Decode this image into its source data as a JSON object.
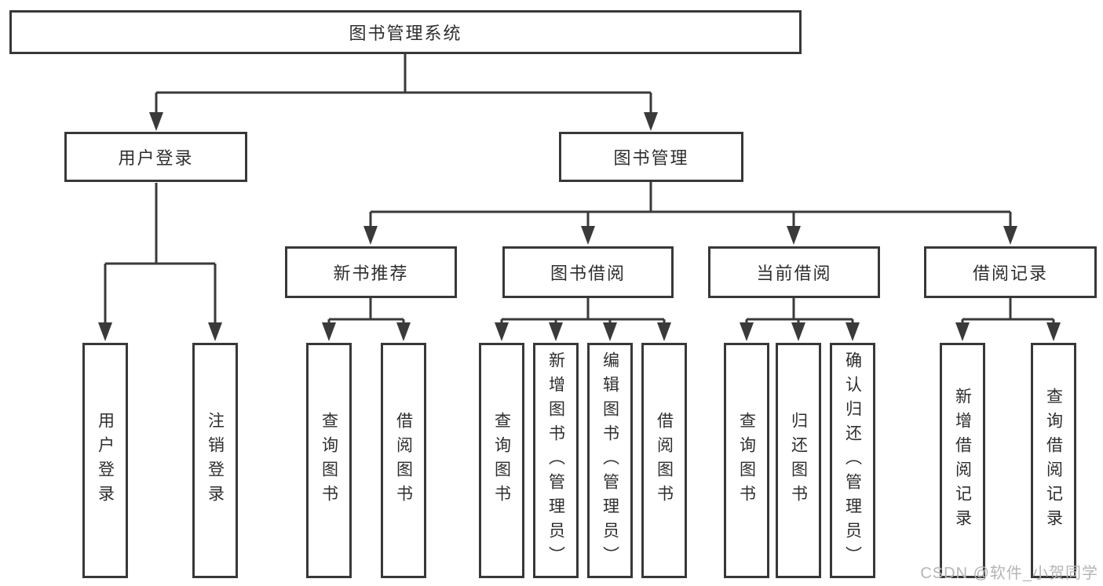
{
  "tree": {
    "root": "图书管理系统",
    "branches": [
      {
        "label": "用户登录",
        "children": [
          "用户登录",
          "注销登录"
        ]
      },
      {
        "label": "图书管理",
        "children": [
          {
            "label": "新书推荐",
            "children": [
              "查询图书",
              "借阅图书"
            ]
          },
          {
            "label": "图书借阅",
            "children": [
              "查询图书",
              "新增图书（管理员）",
              "编辑图书（管理员）",
              "借阅图书"
            ]
          },
          {
            "label": "当前借阅",
            "children": [
              "查询图书",
              "归还图书",
              "确认归还（管理员）"
            ]
          },
          {
            "label": "借阅记录",
            "children": [
              "新增借阅记录",
              "查询借阅记录"
            ]
          }
        ]
      }
    ]
  },
  "watermark": {
    "text": "CSDN @软件_小贺同学",
    "color": "#b5b5b5"
  },
  "colors": {
    "line": "#3a3a3a",
    "border": "#383838",
    "text": "#2e2e2e",
    "background": "#ffffff"
  }
}
